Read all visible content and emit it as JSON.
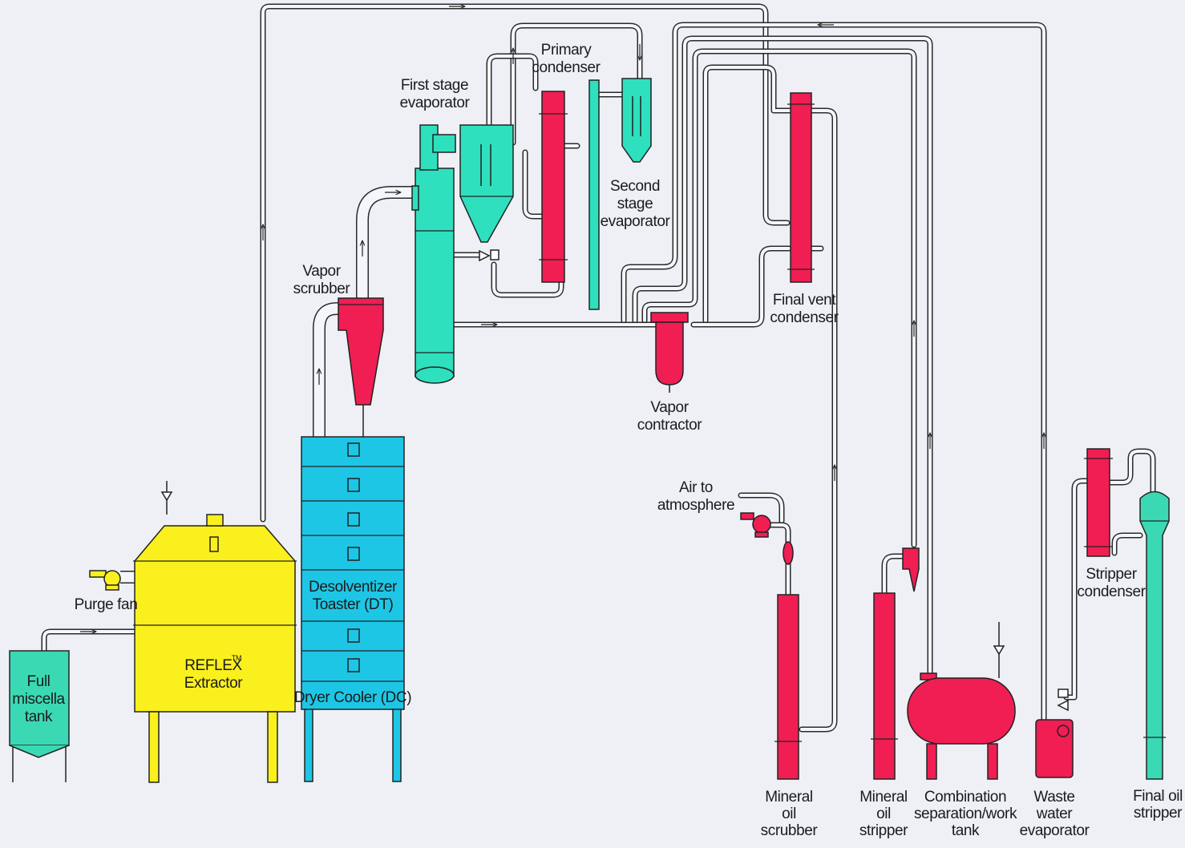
{
  "colors": {
    "background": "#eef0f6",
    "evaporator": "#2fe0be",
    "condenser": "#f01e52",
    "toaster": "#1ec6e6",
    "extractor": "#faf01e",
    "tank": "#3ad9b4"
  },
  "labels": {
    "full_miscella_tank": [
      "Full",
      "miscella",
      "tank"
    ],
    "purge_fan": "Purge fan",
    "extractor": [
      "REFLEX",
      "Extractor"
    ],
    "extractor_tm": "TM",
    "desolventizer_toaster": [
      "Desolventizer",
      "Toaster (DT)"
    ],
    "dryer_cooler": "Dryer Cooler (DC)",
    "vapor_scrubber": [
      "Vapor",
      "scrubber"
    ],
    "first_stage_evaporator": [
      "First stage",
      "evaporator"
    ],
    "primary_condenser": [
      "Primary",
      "condenser"
    ],
    "second_stage_evaporator": [
      "Second",
      "stage",
      "evaporator"
    ],
    "final_vent_condenser": [
      "Final vent",
      "condenser"
    ],
    "vapor_contractor": [
      "Vapor",
      "contractor"
    ],
    "air_to_atmosphere": [
      "Air to",
      "atmosphere"
    ],
    "mineral_oil_scrubber": [
      "Mineral",
      "oil",
      "scrubber"
    ],
    "mineral_oil_stripper": [
      "Mineral",
      "oil",
      "stripper"
    ],
    "combination_tank": [
      "Combination",
      "separation/work",
      "tank"
    ],
    "waste_water_evaporator": [
      "Waste",
      "water",
      "evaporator"
    ],
    "stripper_condenser": [
      "Stripper",
      "condenser"
    ],
    "final_oil_stripper": [
      "Final oil",
      "stripper"
    ]
  }
}
